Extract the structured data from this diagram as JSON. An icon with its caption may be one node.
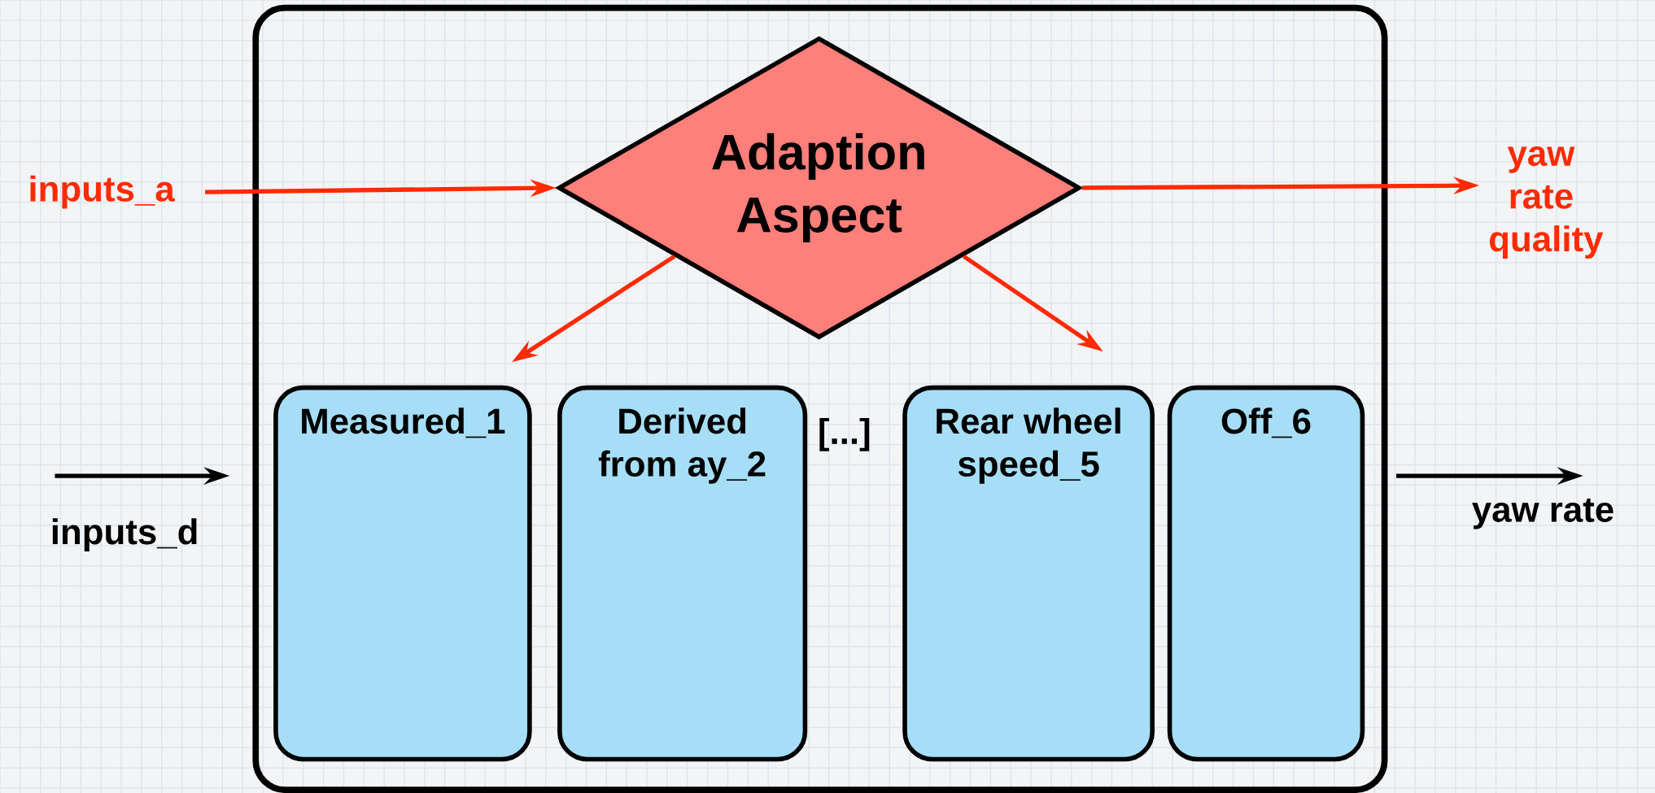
{
  "diagram": {
    "nodes": [
      {
        "text": [],
        "shape": "box"
      },
      {
        "text": [
          "Adaption Aspect"
        ],
        "in": 0
      },
      {
        "text": [
          "Measured_1"
        ],
        "in": 0
      },
      {
        "text": [
          "Derived from ay_2"
        ],
        "in": 0
      },
      {
        "text": [
          "Rear wheel speed_5"
        ],
        "in": 0
      },
      {
        "text": [
          "Off_6"
        ],
        "in": 0
      },
      {
        "text": [
          "inputs_a"
        ]
      },
      {
        "text": [
          "yaw rate quality"
        ]
      }
    ],
    "edges": [
      {
        "from": 6,
        "to": 1,
        "arrow": "to"
      },
      {
        "from": 1,
        "to": 7,
        "arrow": "to"
      },
      {
        "from": 1,
        "to": 2,
        "arrow": "to"
      },
      {
        "from": 1,
        "to": 4,
        "arrow": "to"
      },
      {
        "from": null,
        "to": 0,
        "arrow": "to",
        "label": "inputs_d",
        "color": "#000000"
      },
      {
        "from": 0,
        "to": null,
        "arrow": "to",
        "label": "yaw rate",
        "color": "#000000"
      }
    ],
    "labels": [
      "[...]"
    ]
  }
}
